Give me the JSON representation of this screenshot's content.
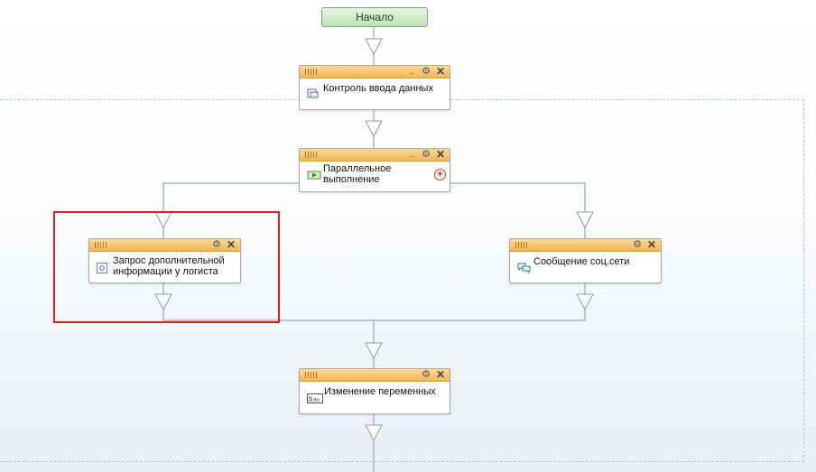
{
  "start": {
    "label": "Начало"
  },
  "blocks": {
    "input_control": {
      "label": "Контроль ввода данных",
      "icon": "input-form-icon"
    },
    "parallel": {
      "label": "Параллельное выполнение",
      "line1": "Параллельное",
      "line2": "выполнение",
      "icon": "parallel-execution-icon"
    },
    "request_info": {
      "label": "Запрос дополнительной информации у логиста",
      "line1": "Запрос дополнительной",
      "line2": "информации у логиста",
      "icon": "task-icon"
    },
    "social_message": {
      "label": "Сообщение соц.сети",
      "icon": "chat-icon"
    },
    "change_vars": {
      "label": "Изменение переменных",
      "icon": "variables-icon"
    }
  },
  "colors": {
    "header_orange": "#f3b652",
    "start_green": "#bfe0b6",
    "highlight_red": "#e21e1e",
    "connector": "#9aa9b6"
  }
}
